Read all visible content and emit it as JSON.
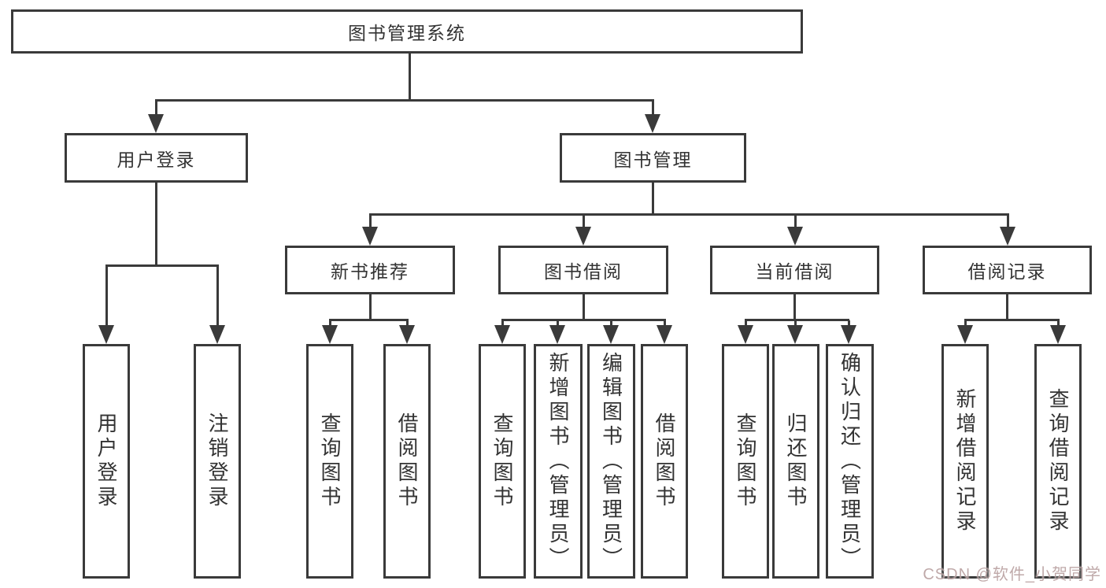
{
  "colors": {
    "line": "#3a3a3a",
    "text": "#333333",
    "bg": "#ffffff",
    "wm": "#b9a0a0"
  },
  "watermark": {
    "text": "CSDN @软件_小贺同学"
  },
  "tree": {
    "label": "图书管理系统",
    "children": [
      {
        "label": "用户登录",
        "children": [
          {
            "label": "用户登录"
          },
          {
            "label": "注销登录"
          }
        ]
      },
      {
        "label": "图书管理",
        "children": [
          {
            "label": "新书推荐",
            "children": [
              {
                "label": "查询图书"
              },
              {
                "label": "借阅图书"
              }
            ]
          },
          {
            "label": "图书借阅",
            "children": [
              {
                "label": "查询图书"
              },
              {
                "label": "新增图书（管理员）"
              },
              {
                "label": "编辑图书（管理员）"
              },
              {
                "label": "借阅图书"
              }
            ]
          },
          {
            "label": "当前借阅",
            "children": [
              {
                "label": "查询图书"
              },
              {
                "label": "归还图书"
              },
              {
                "label": "确认归还（管理员）"
              }
            ]
          },
          {
            "label": "借阅记录",
            "children": [
              {
                "label": "新增借阅记录"
              },
              {
                "label": "查询借阅记录"
              }
            ]
          }
        ]
      }
    ]
  }
}
